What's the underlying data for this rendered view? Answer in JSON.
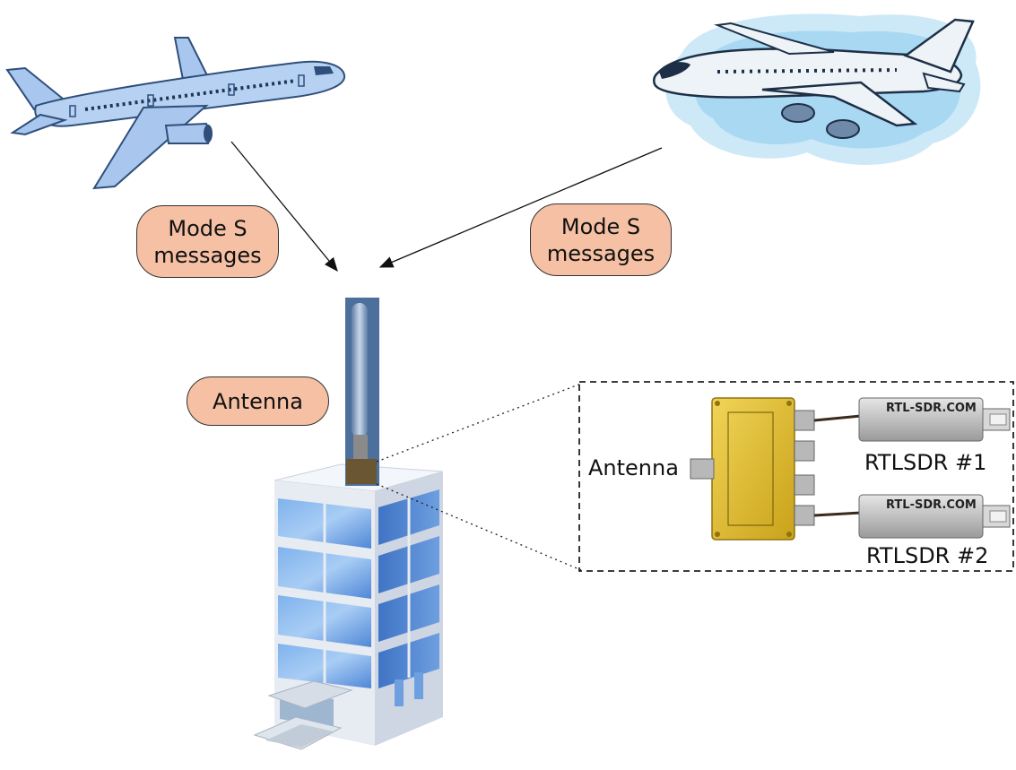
{
  "labels": {
    "msg_left_1": "Mode S",
    "msg_left_2": "messages",
    "msg_right_1": "Mode S",
    "msg_right_2": "messages",
    "antenna_pill": "Antenna",
    "inset_antenna": "Antenna",
    "rtlsdr_1": "RTLSDR #1",
    "rtlsdr_2": "RTLSDR #2",
    "dongle_brand_1": "RTL-SDR.COM",
    "dongle_brand_2": "RTL-SDR.COM"
  },
  "colors": {
    "pill_fill": "#f5c0a3",
    "splitter_gold": "#e2c02e",
    "dongle_silver": "#c9c9c9",
    "plane_left": "#a9c7ee",
    "plane_right_sky": "#bfe3f7"
  },
  "icons": [
    "airplane-icon",
    "airplane-icon",
    "antenna-icon",
    "office-building-icon",
    "splitter-icon",
    "usb-dongle-icon"
  ]
}
